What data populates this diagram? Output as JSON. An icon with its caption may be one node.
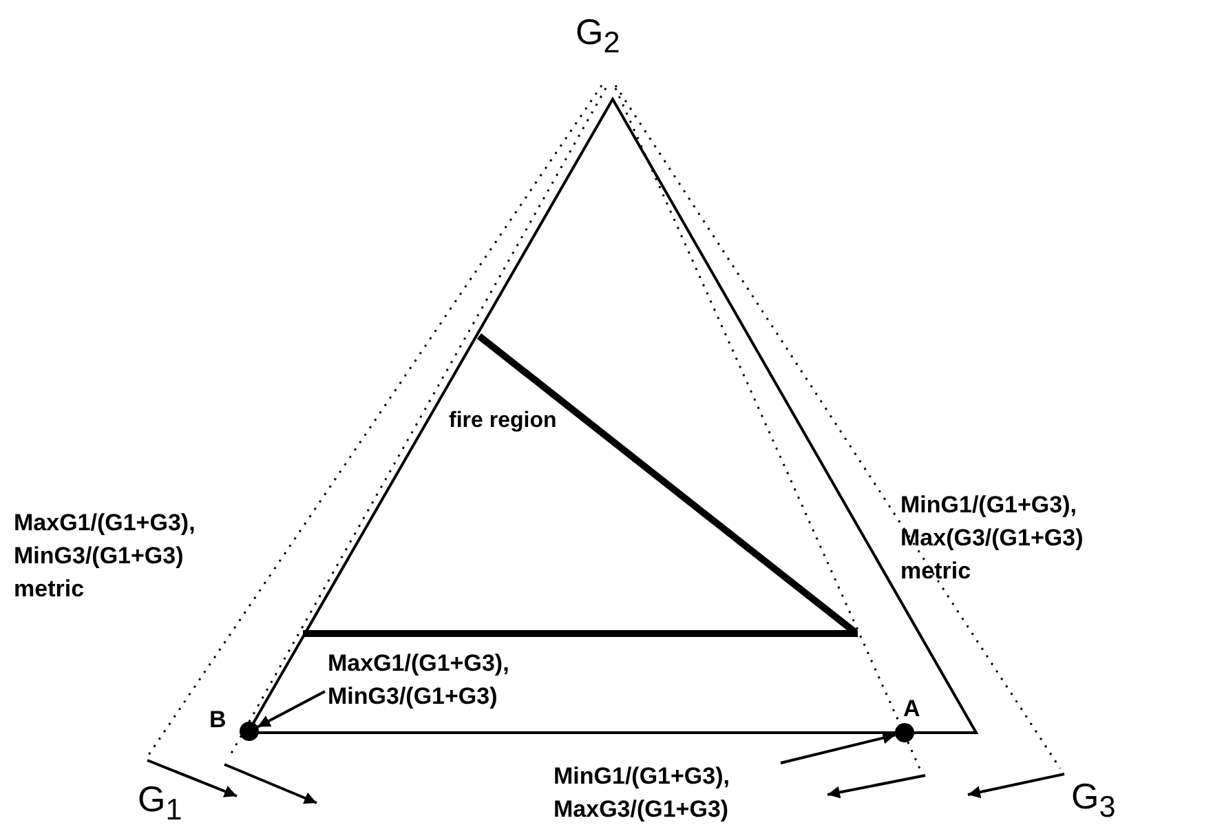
{
  "diagram": {
    "nodes": [
      {
        "text": [
          "MaxG1/(G1+G3), MinG3/(G1+G3)"
        ]
      },
      {
        "text": [],
        "shape": "circle",
        "beside": [
          "B"
        ]
      },
      {
        "text": [
          "MinG1/(G1+G3), MaxG3/(G1+G3)"
        ]
      },
      {
        "text": [],
        "shape": "circle",
        "beside": [
          "A"
        ]
      }
    ],
    "edges": [
      {
        "from": 0,
        "to": 1,
        "arrow": "to"
      },
      {
        "from": 2,
        "to": 3,
        "arrow": "to"
      }
    ],
    "labels": [
      "G$_{2}$",
      "MaxG1/(G1+G3), MinG3/(G1+G3) metric",
      "fire region",
      "MinG1/(G1+G3), Max(G3/(G1+G3) metric",
      "G$_{1}$",
      "G$_{3}$"
    ]
  }
}
